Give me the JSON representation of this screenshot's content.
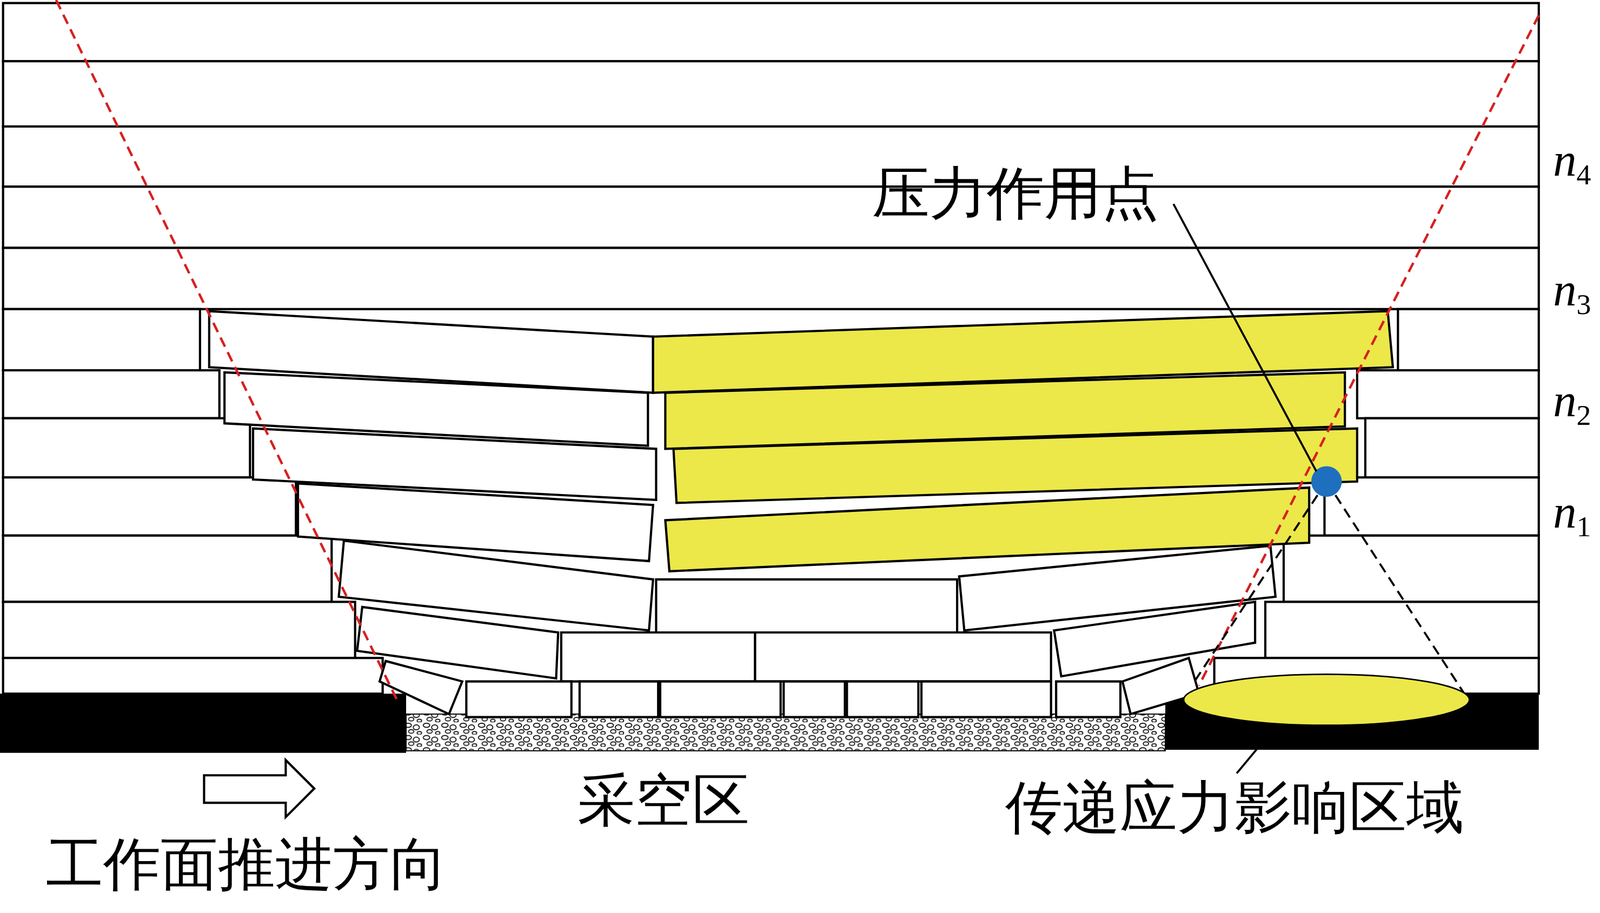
{
  "diagram": {
    "labels": [
      "n4",
      "n3",
      "n2",
      "n1",
      "压力作用点",
      "采空区",
      "传递应力影响区域",
      "工作面推进方向"
    ]
  }
}
